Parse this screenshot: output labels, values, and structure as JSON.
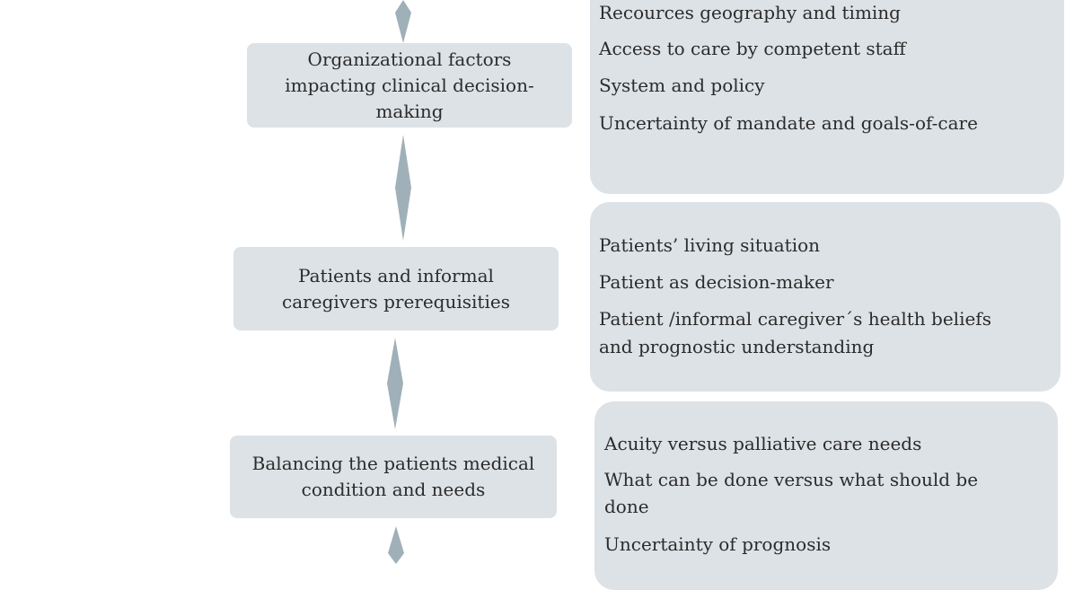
{
  "categories": [
    {
      "label_lines": [
        "Organizational factors",
        "impacting clinical decision-",
        "making"
      ]
    },
    {
      "label_lines": [
        "Patients and informal",
        "caregivers prerequisities"
      ]
    },
    {
      "label_lines": [
        "Balancing the patients medical",
        "condition and needs"
      ]
    }
  ],
  "details": [
    {
      "items": [
        [
          "Recources geography and timing"
        ],
        [
          "Access to care by competent staff"
        ],
        [
          "System and policy"
        ],
        [
          "Uncertainty of mandate and goals-of-care"
        ]
      ]
    },
    {
      "items": [
        [
          "Patients’ living situation"
        ],
        [
          "Patient as decision-maker"
        ],
        [
          "Patient /informal caregiver´s health beliefs",
          "and prognostic understanding"
        ]
      ]
    },
    {
      "items": [
        [
          "Acuity versus palliative care needs"
        ],
        [
          "What can be done versus what should be",
          "done"
        ],
        [
          "Uncertainty of prognosis"
        ]
      ]
    }
  ],
  "colors": {
    "box_fill": "#dde2e6",
    "connector": "#9fb0b8"
  }
}
